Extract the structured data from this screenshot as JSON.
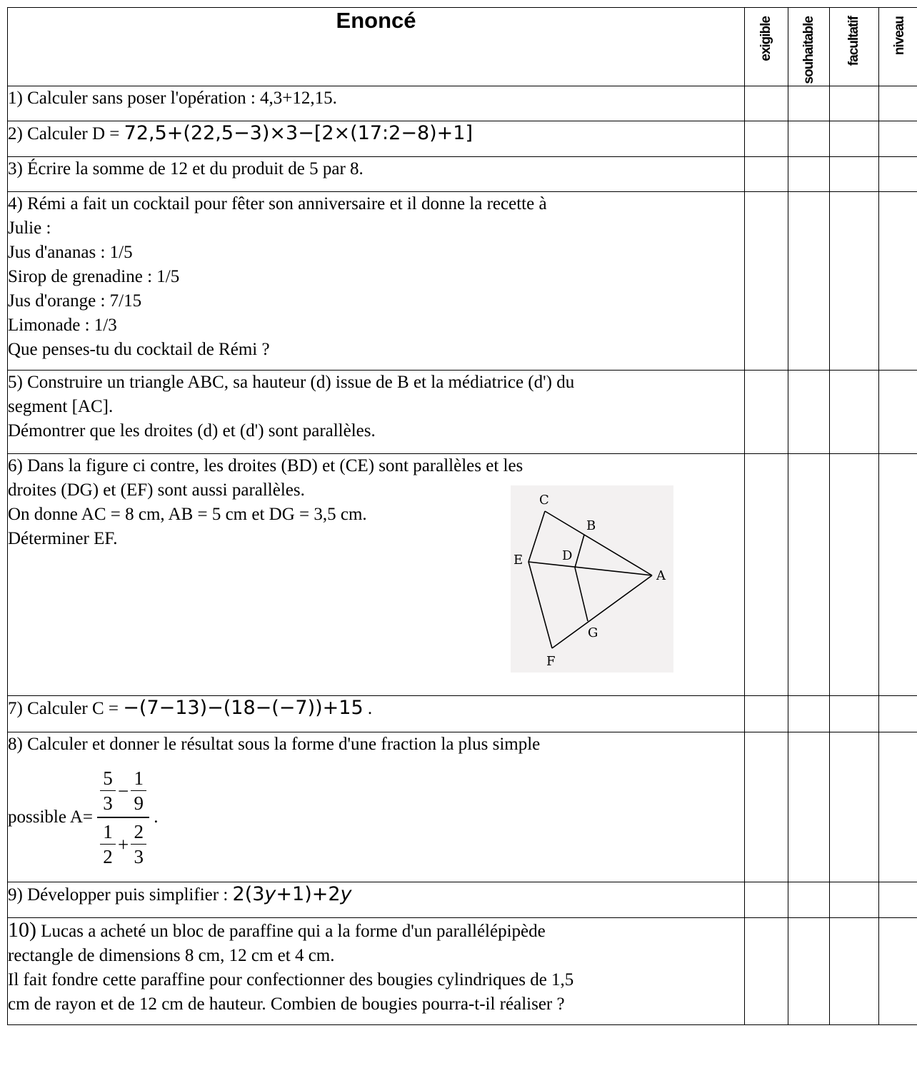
{
  "header": {
    "enonce": "Enoncé",
    "exigible": "exigible",
    "souhaitable": "souhaitable",
    "facultatif": "facultatif",
    "niveau": "niveau"
  },
  "q1": {
    "text": "1) Calculer sans poser l'opération : 4,3+12,15."
  },
  "q2": {
    "prefix": "2) Calculer D = ",
    "expr": "72,5+(22,5−3)×3−[2×(17:2−8)+1]"
  },
  "q3": {
    "text": "3) Écrire la somme de 12 et du produit de 5 par 8."
  },
  "q4": {
    "lines": [
      "4) Rémi a fait un cocktail pour fêter son anniversaire et il donne la recette à",
      "Julie :",
      "Jus d'ananas : 1/5",
      "Sirop de grenadine : 1/5",
      "Jus d'orange : 7/15",
      "Limonade : 1/3",
      "Que penses-tu du cocktail de Rémi ?"
    ]
  },
  "q5": {
    "lines": [
      "5) Construire un triangle ABC, sa hauteur (d) issue de B et la médiatrice (d') du",
      "segment [AC].",
      "Démontrer que les droites (d) et (d') sont parallèles."
    ]
  },
  "q6": {
    "lines": [
      "6) Dans la figure ci contre, les droites (BD) et (CE) sont parallèles et les",
      "droites (DG) et (EF) sont aussi parallèles.",
      "On donne AC = 8 cm, AB = 5 cm et DG = 3,5 cm.",
      "Déterminer EF."
    ],
    "figure_labels": {
      "A": "A",
      "B": "B",
      "C": "C",
      "D": "D",
      "E": "E",
      "F": "F",
      "G": "G"
    }
  },
  "q7": {
    "prefix": "7) Calculer C = ",
    "expr": "−(7−13)−(18−(−7))+15",
    "suffix": "."
  },
  "q8": {
    "line1": "8) Calculer et donner le résultat sous la forme d'une fraction la plus simple",
    "prefix": "possible A=",
    "num_a": "5",
    "den_a": "3",
    "op_top": "−",
    "num_b": "1",
    "den_b": "9",
    "num_c": "1",
    "den_c": "2",
    "op_bottom": "+",
    "num_d": "2",
    "den_d": "3",
    "suffix": "."
  },
  "q9": {
    "prefix": "9) Développer puis simplifier : ",
    "expr_a": "2(3",
    "var1": "y",
    "expr_b": "+1)+2",
    "var2": "y"
  },
  "q10": {
    "num": "10)",
    "line1": " Lucas a acheté un bloc de paraffine qui a la forme d'un parallélépipède",
    "lines": [
      "rectangle de dimensions 8 cm, 12 cm et 4 cm.",
      "Il fait fondre cette paraffine pour confectionner des bougies cylindriques de 1,5",
      "cm de rayon et de 12 cm de hauteur. Combien de bougies pourra-t-il réaliser ?"
    ]
  }
}
